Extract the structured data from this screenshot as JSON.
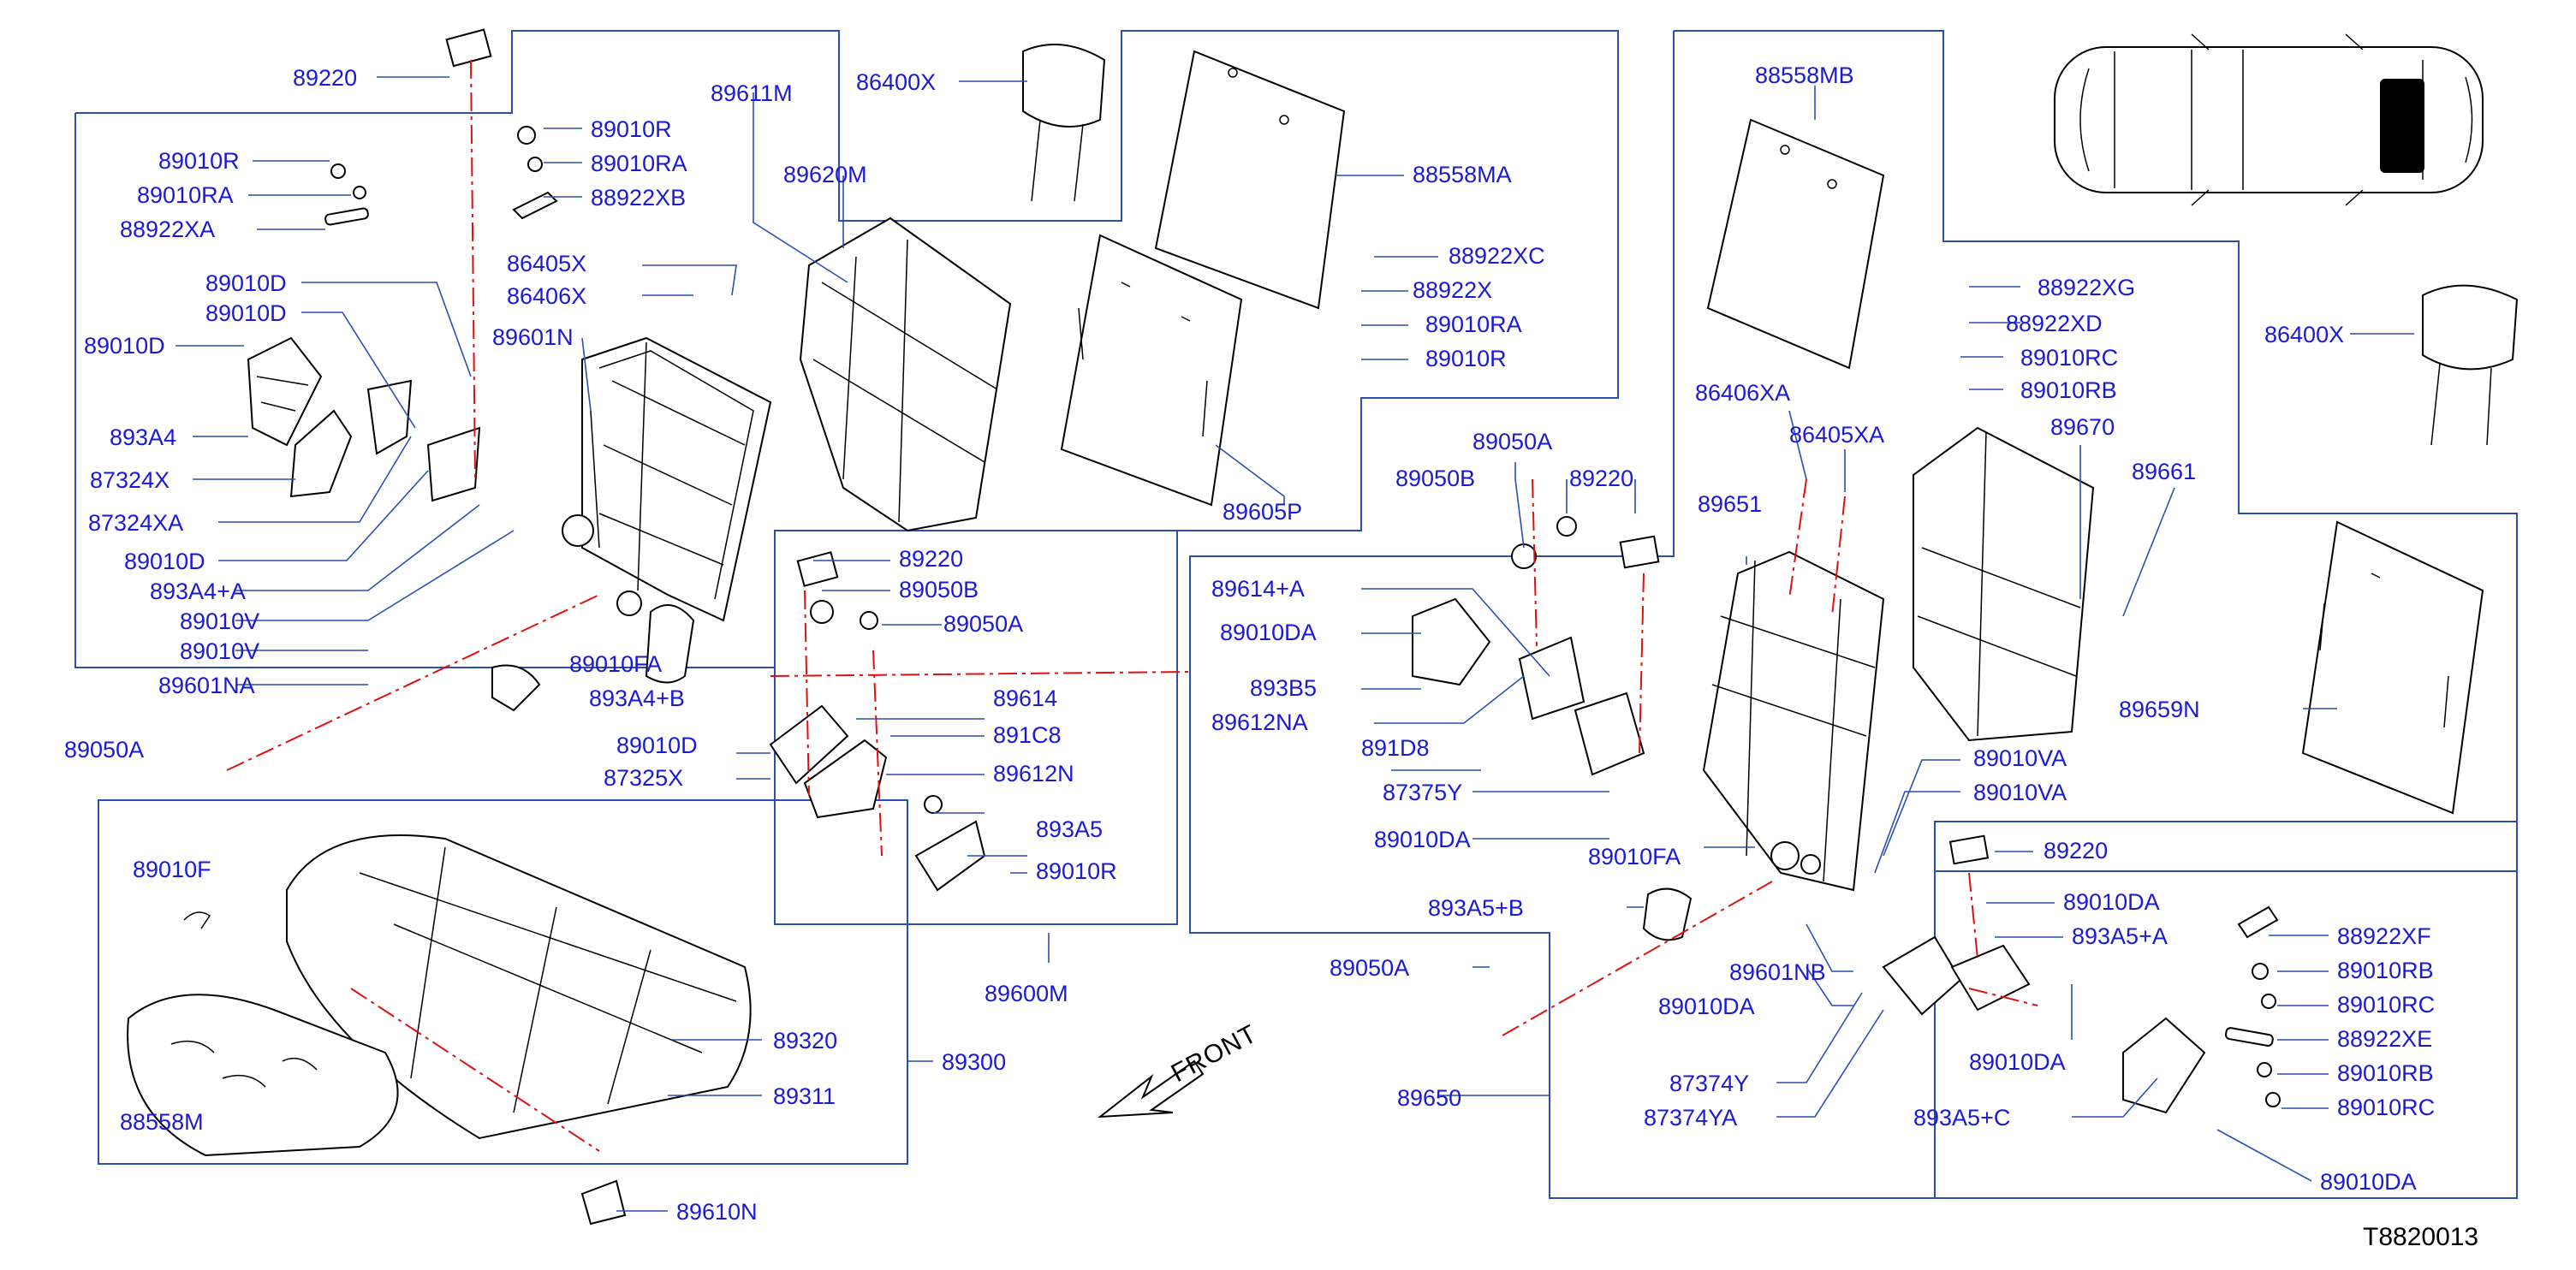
{
  "diagram": {
    "code": "T8820013",
    "front_label": "FRONT",
    "labels": [
      {
        "id": "l1",
        "text": "89220"
      },
      {
        "id": "l2",
        "text": "89010R"
      },
      {
        "id": "l3",
        "text": "89010RA"
      },
      {
        "id": "l4",
        "text": "88922XA"
      },
      {
        "id": "l5",
        "text": "89010D"
      },
      {
        "id": "l6",
        "text": "89010D"
      },
      {
        "id": "l7",
        "text": "89010D"
      },
      {
        "id": "l8",
        "text": "893A4"
      },
      {
        "id": "l9",
        "text": "87324X"
      },
      {
        "id": "l10",
        "text": "87324XA"
      },
      {
        "id": "l11",
        "text": "89010D"
      },
      {
        "id": "l12",
        "text": "893A4+A"
      },
      {
        "id": "l13",
        "text": "89010V"
      },
      {
        "id": "l14",
        "text": "89010V"
      },
      {
        "id": "l15",
        "text": "89601NA"
      },
      {
        "id": "l16",
        "text": "89050A"
      },
      {
        "id": "l17",
        "text": "89010R"
      },
      {
        "id": "l18",
        "text": "89010RA"
      },
      {
        "id": "l19",
        "text": "88922XB"
      },
      {
        "id": "l20",
        "text": "86405X"
      },
      {
        "id": "l21",
        "text": "86406X"
      },
      {
        "id": "l22",
        "text": "89601N"
      },
      {
        "id": "l23",
        "text": "89010FA"
      },
      {
        "id": "l24",
        "text": "893A4+B"
      },
      {
        "id": "l25",
        "text": "89611M"
      },
      {
        "id": "l26",
        "text": "89620M"
      },
      {
        "id": "l27",
        "text": "86400X"
      },
      {
        "id": "l28",
        "text": "88558MA"
      },
      {
        "id": "l29",
        "text": "88922XC"
      },
      {
        "id": "l30",
        "text": "88922X"
      },
      {
        "id": "l31",
        "text": "89010RA"
      },
      {
        "id": "l32",
        "text": "89010R"
      },
      {
        "id": "l33",
        "text": "89605P"
      },
      {
        "id": "l34",
        "text": "89220"
      },
      {
        "id": "l35",
        "text": "89050B"
      },
      {
        "id": "l36",
        "text": "89050A"
      },
      {
        "id": "l37",
        "text": "89614"
      },
      {
        "id": "l38",
        "text": "891C8"
      },
      {
        "id": "l39",
        "text": "89612N"
      },
      {
        "id": "l40",
        "text": "893A5"
      },
      {
        "id": "l41",
        "text": "89010R"
      },
      {
        "id": "l42",
        "text": "89010D"
      },
      {
        "id": "l43",
        "text": "87325X"
      },
      {
        "id": "l44",
        "text": "89600M"
      },
      {
        "id": "l45",
        "text": "89010F"
      },
      {
        "id": "l46",
        "text": "88558M"
      },
      {
        "id": "l47",
        "text": "89320"
      },
      {
        "id": "l48",
        "text": "89311"
      },
      {
        "id": "l49",
        "text": "89300"
      },
      {
        "id": "l50",
        "text": "89610N"
      },
      {
        "id": "l51",
        "text": "89614+A"
      },
      {
        "id": "l52",
        "text": "89010DA"
      },
      {
        "id": "l53",
        "text": "893B5"
      },
      {
        "id": "l54",
        "text": "89612NA"
      },
      {
        "id": "l55",
        "text": "891D8"
      },
      {
        "id": "l56",
        "text": "89050B"
      },
      {
        "id": "l57",
        "text": "89050A"
      },
      {
        "id": "l58",
        "text": "89220"
      },
      {
        "id": "l59",
        "text": "87375Y"
      },
      {
        "id": "l60",
        "text": "89010DA"
      },
      {
        "id": "l61",
        "text": "89010FA"
      },
      {
        "id": "l62",
        "text": "893A5+B"
      },
      {
        "id": "l63",
        "text": "89050A"
      },
      {
        "id": "l64",
        "text": "89650"
      },
      {
        "id": "l65",
        "text": "88558MB"
      },
      {
        "id": "l66",
        "text": "88922XG"
      },
      {
        "id": "l67",
        "text": "88922XD"
      },
      {
        "id": "l68",
        "text": "89010RC"
      },
      {
        "id": "l69",
        "text": "89010RB"
      },
      {
        "id": "l70",
        "text": "86400X"
      },
      {
        "id": "l71",
        "text": "86406XA"
      },
      {
        "id": "l72",
        "text": "86405XA"
      },
      {
        "id": "l73",
        "text": "89651"
      },
      {
        "id": "l74",
        "text": "89670"
      },
      {
        "id": "l75",
        "text": "89661"
      },
      {
        "id": "l76",
        "text": "89659N"
      },
      {
        "id": "l77",
        "text": "89010VA"
      },
      {
        "id": "l78",
        "text": "89010VA"
      },
      {
        "id": "l79",
        "text": "89220"
      },
      {
        "id": "l80",
        "text": "89010DA"
      },
      {
        "id": "l81",
        "text": "893A5+A"
      },
      {
        "id": "l82",
        "text": "89601NB"
      },
      {
        "id": "l83",
        "text": "89010DA"
      },
      {
        "id": "l84",
        "text": "89010DA"
      },
      {
        "id": "l85",
        "text": "87374Y"
      },
      {
        "id": "l86",
        "text": "87374YA"
      },
      {
        "id": "l87",
        "text": "88922XF"
      },
      {
        "id": "l88",
        "text": "89010RB"
      },
      {
        "id": "l89",
        "text": "89010RC"
      },
      {
        "id": "l90",
        "text": "88922XE"
      },
      {
        "id": "l91",
        "text": "89010RB"
      },
      {
        "id": "l92",
        "text": "89010RC"
      },
      {
        "id": "l93",
        "text": "893A5+C"
      },
      {
        "id": "l94",
        "text": "89010DA"
      }
    ]
  }
}
